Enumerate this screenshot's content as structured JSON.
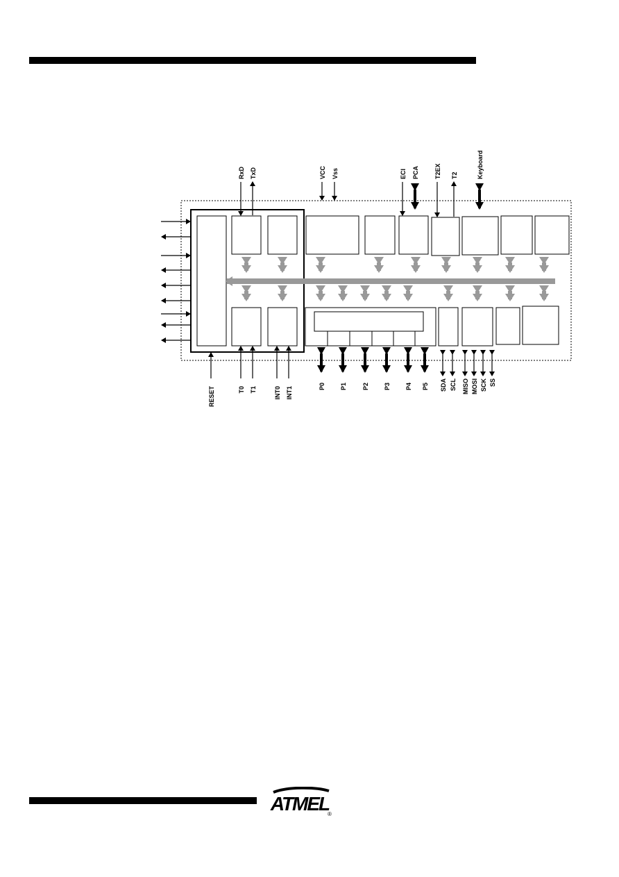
{
  "labels": {
    "top": {
      "rxd": "RxD",
      "txd": "TxD",
      "vcc": "VCC",
      "vss": "Vss",
      "eci": "ECI",
      "pca": "PCA",
      "t2ex": "T2EX",
      "t2": "T2",
      "keyboard": "Keyboard"
    },
    "bottom": {
      "reset": "RESET",
      "t0": "T0",
      "t1": "T1",
      "int0": "INT0",
      "int1": "INT1",
      "p0": "P0",
      "p1": "P1",
      "p2": "P2",
      "p3": "P3",
      "p4": "P4",
      "p5": "P5",
      "sda": "SDA",
      "scl": "SCL",
      "miso": "MISO",
      "mosi": "MOSI",
      "sck": "SCK",
      "ss": "SS"
    }
  },
  "logo": {
    "text": "ATMEL",
    "registered": "®"
  },
  "colors": {
    "ink": "#000000",
    "bus": "#999999",
    "background": "#ffffff"
  }
}
